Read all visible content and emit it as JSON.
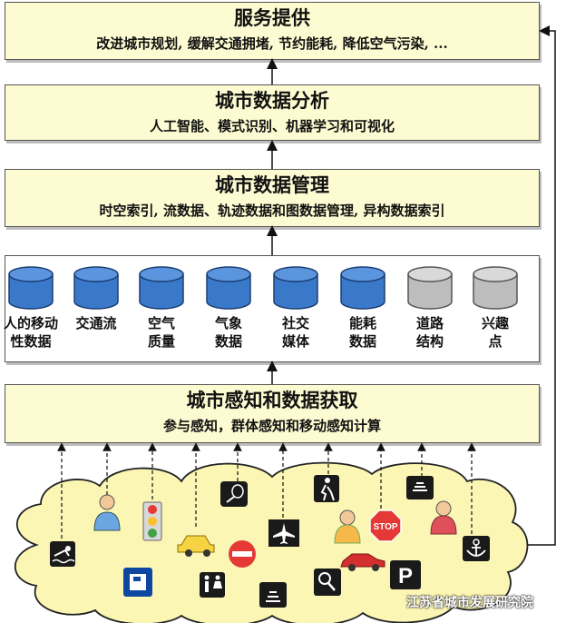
{
  "layers": {
    "service": {
      "title": "服务提供",
      "subtitle": "改进城市规划, 缓解交通拥堵, 节约能耗, 降低空气污染, ..."
    },
    "analysis": {
      "title": "城市数据分析",
      "subtitle": "人工智能、模式识别、机器学习和可视化"
    },
    "management": {
      "title": "城市数据管理",
      "subtitle": "时空索引, 流数据、轨迹数据和图数据管理, 异构数据索引"
    },
    "acquisition": {
      "title": "城市感知和数据获取",
      "subtitle": "参与感知，群体感知和移动感知计算"
    }
  },
  "sources": [
    {
      "label": "人的移动\n性数据",
      "color": "blue"
    },
    {
      "label": "交通流",
      "color": "blue"
    },
    {
      "label": "空气\n质量",
      "color": "blue"
    },
    {
      "label": "气象\n数据",
      "color": "blue"
    },
    {
      "label": "社交\n媒体",
      "color": "blue"
    },
    {
      "label": "能耗\n数据",
      "color": "blue"
    },
    {
      "label": "道路\n结构",
      "color": "gray"
    },
    {
      "label": "兴趣\n点",
      "color": "gray"
    }
  ],
  "colors": {
    "blue_db": "#3a78c9",
    "gray_db": "#bdbdbd",
    "layer_fill": "#fdfbd1",
    "cloud_fill": "#fbf6b3"
  },
  "city_icons": {
    "stop_sign": "STOP",
    "parking": "P",
    "names": [
      "swimmer-icon",
      "person-icon",
      "traffic-light-icon",
      "taxi-icon",
      "tennis-icon",
      "no-entry-icon",
      "airplane-icon",
      "hiker-icon",
      "person-icon",
      "stop-sign-icon",
      "wifi-icon",
      "person-icon",
      "sports-car-icon",
      "anchor-icon",
      "gas-station-icon",
      "restroom-icon",
      "signal-icon",
      "search-icon",
      "parking-icon"
    ]
  },
  "watermark": "江苏省城市发展研究院"
}
